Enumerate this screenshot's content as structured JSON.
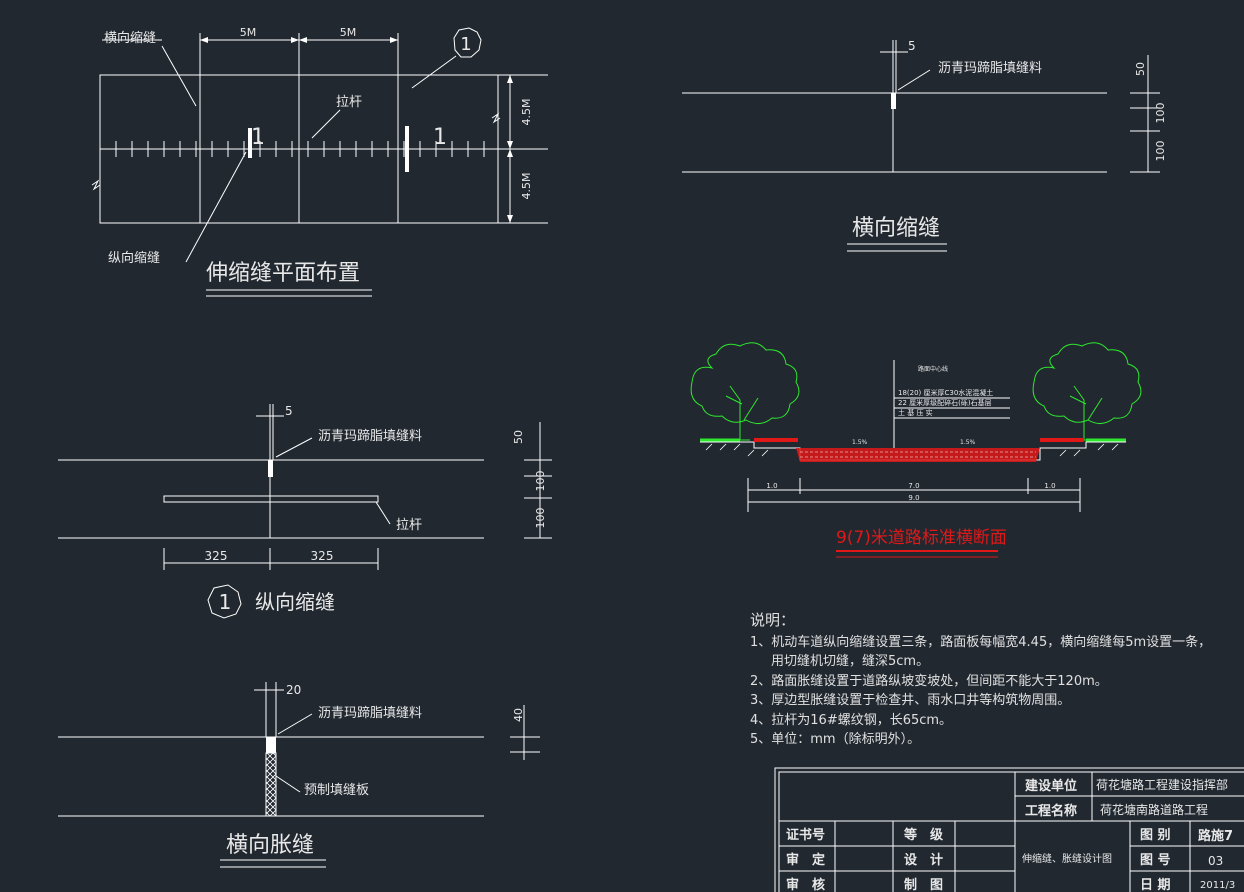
{
  "plan": {
    "title": "伸缩缝平面布置",
    "label_transverse": "横向缩缝",
    "label_longitudinal": "纵向缩缝",
    "label_tie_bar": "拉杆",
    "dim_left": "5M",
    "dim_right": "5M",
    "dim_upper": "4.5M",
    "dim_lower": "4.5M",
    "section_mark": "1",
    "circle_mark": "1"
  },
  "transverse_shrink": {
    "title": "横向缩缝",
    "filler_label": "沥青玛蹄脂填缝料",
    "dim_gap": "5",
    "dim_50": "50",
    "dim_100a": "100",
    "dim_100b": "100"
  },
  "longitudinal": {
    "title": "纵向缩缝",
    "mark": "1",
    "filler_label": "沥青玛蹄脂填缝料",
    "tie_bar_label": "拉杆",
    "dim_gap": "5",
    "dim_50": "50",
    "dim_100a": "100",
    "dim_100b": "100",
    "dim_325a": "325",
    "dim_325b": "325"
  },
  "expansion": {
    "title": "横向胀缝",
    "filler_label": "沥青玛蹄脂填缝料",
    "board_label": "预制填缝板",
    "dim_gap": "20",
    "dim_40": "40"
  },
  "cross_section": {
    "title": "9(7)米道路标准横断面",
    "dim_side_left": "1.0",
    "dim_mid": "7.0",
    "dim_side_right": "1.0",
    "dim_total": "9.0",
    "slope_left": "1.5%",
    "slope_right": "1.5%",
    "layer_1": "18(20) 厘米厚C30水泥混凝土",
    "layer_2": "22 厘米厚级配碎石(砾)石基层",
    "layer_3": "土 基 压 实",
    "center_label": "路面中心线"
  },
  "notes": {
    "title": "说明：",
    "items": [
      "1、机动车道纵向缩缝设置三条，路面板每幅宽4.45，横向缩缝每5m设置一条，",
      "用切缝机切缝，缝深5cm。",
      "2、路面胀缝设置于道路纵坡变坡处，但间距不能大于120m。",
      "3、厚边型胀缝设置于检查井、雨水口井等构筑物周围。",
      "4、拉杆为16#螺纹钢，长65cm。",
      "5、单位：mm（除标明外）。"
    ]
  },
  "title_block": {
    "builder_label": "建设单位",
    "builder_value": "荷花塘路工程建设指挥部",
    "project_label": "工程名称",
    "project_value": "荷花塘南路道路工程",
    "cert_label": "证书号",
    "grade_label": "等　级",
    "review_label": "审　定",
    "design_label": "设　计",
    "check_label": "审　核",
    "draw_label": "制　图",
    "drawing_name": "伸缩缝、胀缝设计图",
    "category_label": "图 别",
    "category_value": "路施7",
    "number_label": "图 号",
    "number_value": "03",
    "date_label": "日 期",
    "date_value": "2011/3"
  },
  "colors": {
    "background": "#212830",
    "line": "#ffffff",
    "tree": "#2ee82e",
    "pavement": "#e01818",
    "title_underline": "#e01818"
  }
}
